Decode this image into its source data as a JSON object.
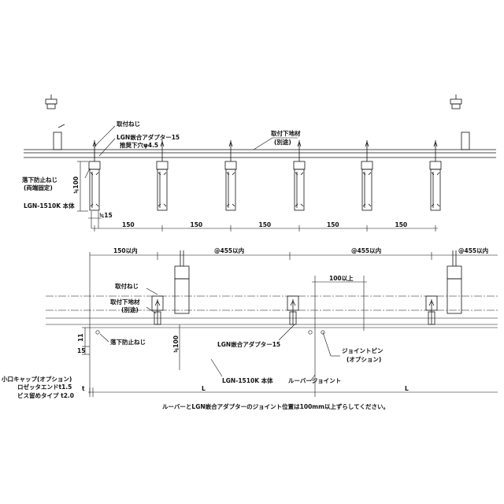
{
  "top": {
    "label_screw": "取付ねじ",
    "label_adapter": "LGN嵌合アダプター15",
    "label_adapter_hole": "推奨下穴φ4.5",
    "label_base": "取付下地材",
    "label_base_sep": "(別途)",
    "label_fall": "落下防止ねじ",
    "label_fall_sub": "(両端固定)",
    "label_body": "LGN-1510K 本体",
    "dim_height": "≒100",
    "dim_15": "≒15",
    "pitch_labels": [
      "150",
      "150",
      "150",
      "150",
      "150"
    ]
  },
  "bottom": {
    "dim_first": "150以内",
    "dim_455": [
      "@455以内",
      "@455以内",
      "@455以内"
    ],
    "dim_100": "100以上",
    "label_screw": "取付ねじ",
    "label_base": "取付下地材",
    "label_base_sep": "(別途)",
    "label_fall": "落下防止ねじ",
    "label_adapter": "LGN嵌合アダプター15",
    "label_pin": "ジョイントピン",
    "label_pin_opt": "(オプション)",
    "label_body": "LGN-1510K 本体",
    "label_joint": "ルーバージョイント",
    "label_cap": "小口キャップ(オプション)",
    "label_cap_end": "ロゼッタエンドt1.5",
    "label_cap_screw": "ビス留めタイプ t2.0",
    "dim_11": "11",
    "dim_15": "15",
    "dim_100v": "≒100",
    "dim_t": "t",
    "dim_L": [
      "L",
      "L"
    ]
  },
  "footer_note": "ルーバーとLGN嵌合アダプターのジョイント位置は100mm以上ずらしてください。"
}
